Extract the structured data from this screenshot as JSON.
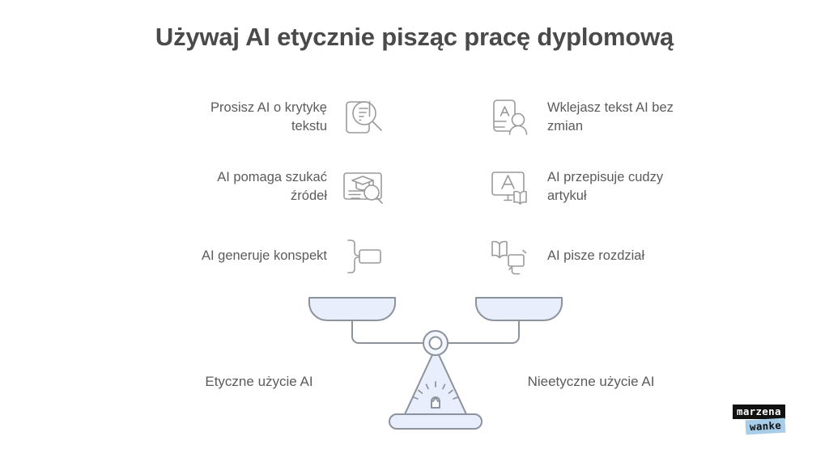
{
  "slide": {
    "title": "Używaj AI etycznie pisząc pracę dyplomową",
    "background_color": "#ffffff",
    "text_color": "#5b5b5b",
    "title_color": "#4a4a4a",
    "icon_stroke_color": "#9a9a9a",
    "scale_fill_color": "#e8eefb",
    "scale_stroke_color": "#8c939c"
  },
  "ethical": {
    "heading": "Etyczne użycie AI",
    "items": [
      {
        "label": "Prosisz AI o krytykę tekstu",
        "icon": "document-magnifier-icon"
      },
      {
        "label": "AI pomaga szukać źródeł",
        "icon": "graduation-cap-search-icon"
      },
      {
        "label": "AI generuje konspekt",
        "icon": "mindmap-outline-icon"
      }
    ]
  },
  "unethical": {
    "heading": "Nieetyczne użycie AI",
    "items": [
      {
        "label": "Wklejasz tekst AI bez zmian",
        "icon": "document-person-icon"
      },
      {
        "label": "AI przepisuje cudzy artykuł",
        "icon": "screen-book-icon"
      },
      {
        "label": "AI pisze rozdział",
        "icon": "book-writing-icon"
      }
    ]
  },
  "scale": {
    "name": "balance-scale-illustration",
    "state": "balanced"
  },
  "logo": {
    "line1": "marzena",
    "line2": "wanke",
    "line1_bg": "#111111",
    "line2_bg": "#a8cde8"
  }
}
